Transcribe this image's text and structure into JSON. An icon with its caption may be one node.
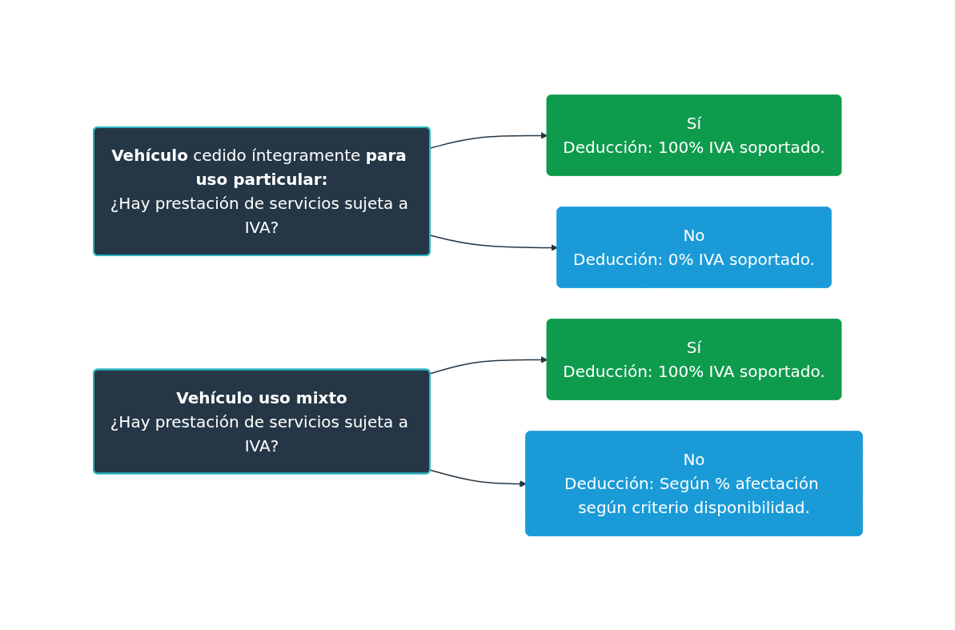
{
  "diagram": {
    "nodes": [
      {
        "text": [
          "**Vehículo** cedido íntegramente **para uso particular:**",
          "¿Hay prestación de servicios sujeta a IVA?"
        ]
      },
      {
        "text": [
          "Sí",
          "Deducción: 100% IVA soportado."
        ]
      },
      {
        "text": [
          "No",
          "Deducción: 0% IVA soportado."
        ]
      },
      {
        "text": [
          "Vehículo uso mixto",
          "¿Hay prestación de servicios sujeta a IVA?"
        ]
      },
      {
        "text": [
          "Sí",
          "Deducción: 100% IVA soportado."
        ]
      },
      {
        "text": [
          "No",
          "Deducción: Según % afectación según criterio disponibilidad."
        ]
      }
    ],
    "edges": [
      {
        "from": 0,
        "to": 1,
        "arrow": "to"
      },
      {
        "from": 0,
        "to": 2,
        "arrow": "to"
      },
      {
        "from": 3,
        "to": 4,
        "arrow": "to"
      },
      {
        "from": 3,
        "to": 5,
        "arrow": "to"
      }
    ]
  }
}
